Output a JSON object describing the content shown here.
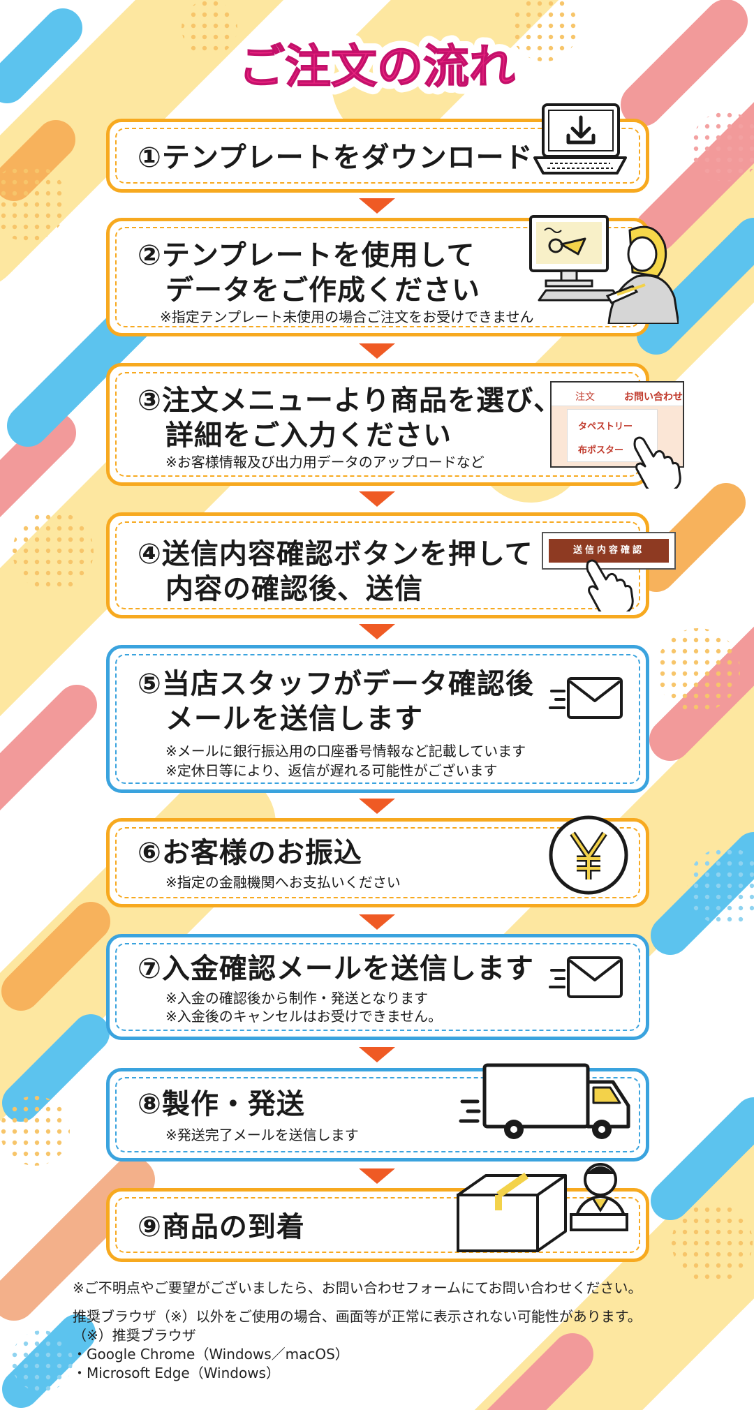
{
  "title": "ご注文の流れ",
  "colors": {
    "orange_border": "#f7a91f",
    "blue_border": "#3aa3de",
    "arrow": "#ef5a24",
    "title_pink": "#e8237f"
  },
  "steps": [
    {
      "num": "①",
      "title": [
        "テンプレートをダウンロード"
      ],
      "notes": [],
      "icon": "laptop-download-icon",
      "color": "orange"
    },
    {
      "num": "②",
      "title": [
        "テンプレートを使用して",
        "データをご作成ください"
      ],
      "notes": [
        "※指定テンプレート未使用の場合ご注文をお受けできません"
      ],
      "icon": "person-computer-icon",
      "color": "orange"
    },
    {
      "num": "③",
      "title": [
        "注文メニューより商品を選び、",
        "詳細をご入力ください"
      ],
      "notes": [
        "※お客様情報及び出力用データのアップロードなど"
      ],
      "icon": "menu-screenshot-icon",
      "color": "orange"
    },
    {
      "num": "④",
      "title": [
        "送信内容確認ボタンを押して",
        "内容の確認後、送信"
      ],
      "notes": [],
      "icon": "confirm-button-icon",
      "color": "orange"
    },
    {
      "num": "⑤",
      "title": [
        "当店スタッフがデータ確認後",
        "メールを送信します"
      ],
      "notes": [
        "※メールに銀行振込用の口座番号情報など記載しています",
        "※定休日等により、返信が遅れる可能性がございます"
      ],
      "icon": "mail-icon",
      "color": "blue"
    },
    {
      "num": "⑥",
      "title": [
        "お客様のお振込"
      ],
      "notes": [
        "※指定の金融機関へお支払いください"
      ],
      "icon": "yen-icon",
      "color": "orange"
    },
    {
      "num": "⑦",
      "title": [
        "入金確認メールを送信します"
      ],
      "notes": [
        "※入金の確認後から制作・発送となります",
        "※入金後のキャンセルはお受けできません。"
      ],
      "icon": "mail-icon",
      "color": "blue"
    },
    {
      "num": "⑧",
      "title": [
        "製作・発送"
      ],
      "notes": [
        "※発送完了メールを送信します"
      ],
      "icon": "truck-icon",
      "color": "blue"
    },
    {
      "num": "⑨",
      "title": [
        "商品の到着"
      ],
      "notes": [],
      "icon": "delivery-box-icon",
      "color": "orange"
    }
  ],
  "menu_mock": {
    "nav_order": "注文",
    "nav_contact": "お問い合わせ",
    "item1": "タペストリー",
    "item2": "布ポスター"
  },
  "confirm_button_label": "送信内容確認",
  "footer": {
    "inquiry": "※ご不明点やご要望がございましたら、お問い合わせフォームにてお問い合わせください。",
    "browser_note": "推奨ブラウザ（※）以外をご使用の場合、画面等が正常に表示されない可能性があります。",
    "browser_heading": "（※）推奨ブラウザ",
    "browser_1": "・Google Chrome（Windows／macOS）",
    "browser_2": "・Microsoft Edge（Windows）"
  }
}
